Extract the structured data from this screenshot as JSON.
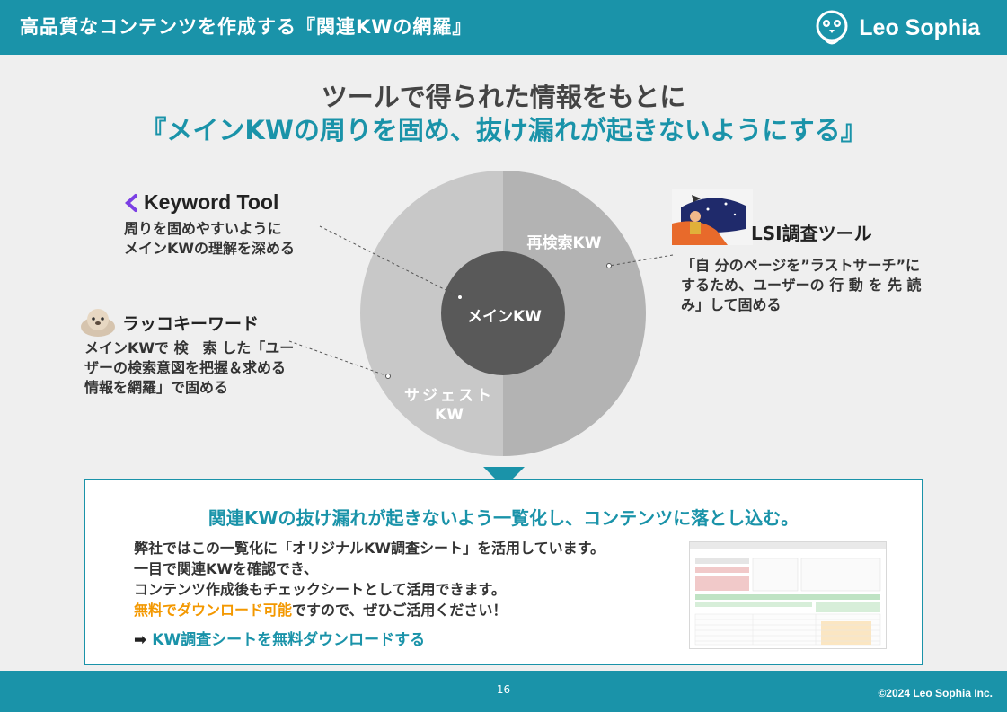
{
  "header": {
    "title": "高品質なコンテンツを作成する『関連KWの網羅』",
    "brand_name": "Leo Sophia",
    "brand_icon": "owl-logo-icon"
  },
  "headline": {
    "line1": "ツールで得られた情報をもとに",
    "line2": "『メインKWの周りを固め、抜け漏れが起きないようにする』"
  },
  "diagram": {
    "center_label": "メインKW",
    "right_segment_label": "再検索KW",
    "left_segment_label_line1": "サジェスト",
    "left_segment_label_line2": "KW",
    "colors": {
      "left": "#c8c8c8",
      "right": "#b3b3b3",
      "center": "#595959"
    }
  },
  "tools": {
    "keyword_tool": {
      "name": "Keyword Tool",
      "icon": "keyword-tool-logo-icon",
      "desc_line1": "周りを固めやすいように",
      "desc_line2": "メインKWの理解を深める"
    },
    "rakko": {
      "name": "ラッコキーワード",
      "icon": "sea-otter-icon",
      "desc_line1": "メインKWで 検　索 した「ユー",
      "desc_line2": "ザーの検索意図を把握＆求める",
      "desc_line3": "情報を網羅」で固める"
    },
    "lsi": {
      "name": "LSI調査ツール",
      "icon": "lsi-tool-illustration",
      "desc_line1": "「自 分のページを”ラストサーチ”に",
      "desc_line2": "するため、ユーザーの 行 動 を 先 読",
      "desc_line3": "み」して固める"
    }
  },
  "box": {
    "title": "関連KWの抜け漏れが起きないよう一覧化し、コンテンツに落とし込む。",
    "line1": "弊社ではこの一覧化に「オリジナルKW調査シート」を活用しています。",
    "line2": "一目で関連KWを確認でき、",
    "line3": "コンテンツ作成後もチェックシートとして活用できます。",
    "line4_highlight": "無料でダウンロード可能",
    "line4_rest": "ですので、ぜひご活用ください！",
    "link_arrow": "➡",
    "link_text": "KW調査シートを無料ダウンロードする",
    "accent": "#1a93a9",
    "highlight_color": "#f39800"
  },
  "footer": {
    "page_number": "16",
    "copyright": "©2024 Leo Sophia Inc."
  }
}
